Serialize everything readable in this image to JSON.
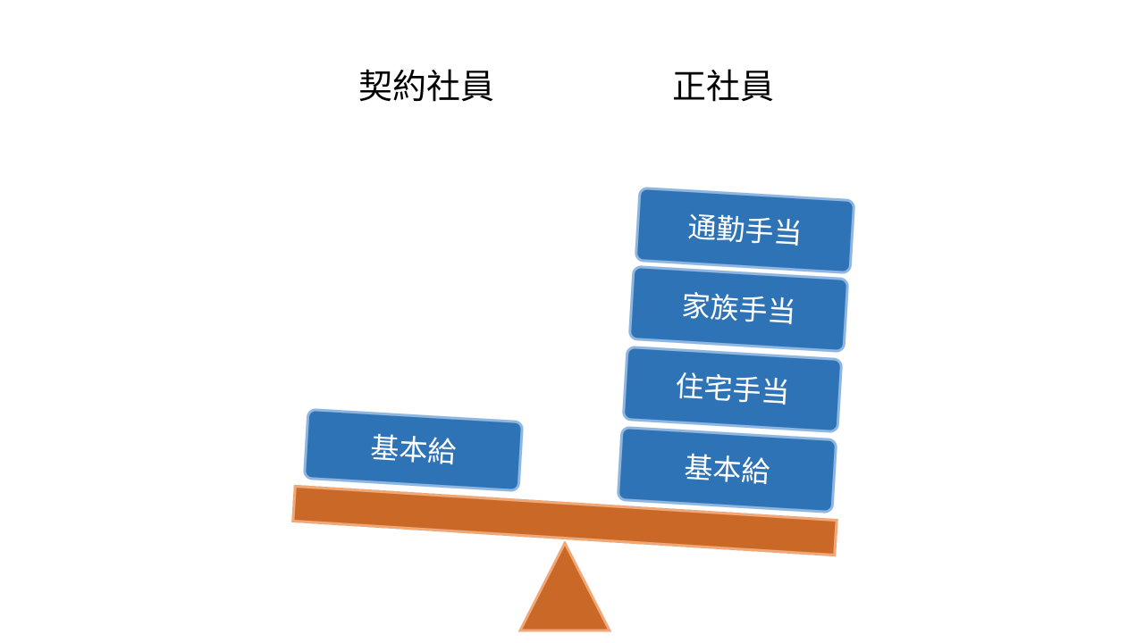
{
  "headings": {
    "left": "契約社員",
    "right": "正社員"
  },
  "left_stack": [
    "基本給"
  ],
  "right_stack": [
    "基本給",
    "住宅手当",
    "家族手当",
    "通勤手当"
  ],
  "colors": {
    "block_fill": "#2e73b5",
    "block_border": "#8fb6e0",
    "beam_fill": "#c96827",
    "beam_border": "#f0a878",
    "text_on_block": "#ffffff"
  }
}
